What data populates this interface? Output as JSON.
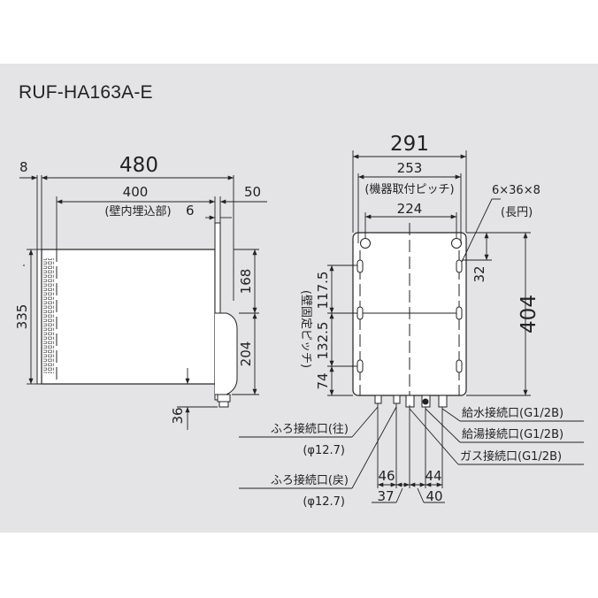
{
  "model": "RUF-HA163A-E",
  "dims": {
    "d480": "480",
    "d8": "8",
    "d400": "400",
    "wall_note": "(壁内埋込部)",
    "d6": "6",
    "d50": "50",
    "d335": "335",
    "d168": "168",
    "d204": "204",
    "d36": "36",
    "d291": "291",
    "d253": "253",
    "pitch_note": "(機器取付ピッチ)",
    "d224": "224",
    "slot": "6×36×8",
    "slot_note": "(長円)",
    "d32": "32",
    "d404": "404",
    "d1175": "117.5",
    "d1325": "132.5",
    "d74": "74",
    "wall_pitch": "(壁固定ピッチ)",
    "d46": "46",
    "d37": "37",
    "d44": "44",
    "d40": "40"
  },
  "labels": {
    "bath_out": "ふろ接続口(往)",
    "bath_out_size": "(φ12.7)",
    "bath_ret": "ふろ接続口(戻)",
    "bath_ret_size": "(φ12.7)",
    "water": "給水接続口(G1/2B)",
    "hot": "給湯接続口(G1/2B)",
    "gas": "ガス接続口(G1/2B)"
  }
}
